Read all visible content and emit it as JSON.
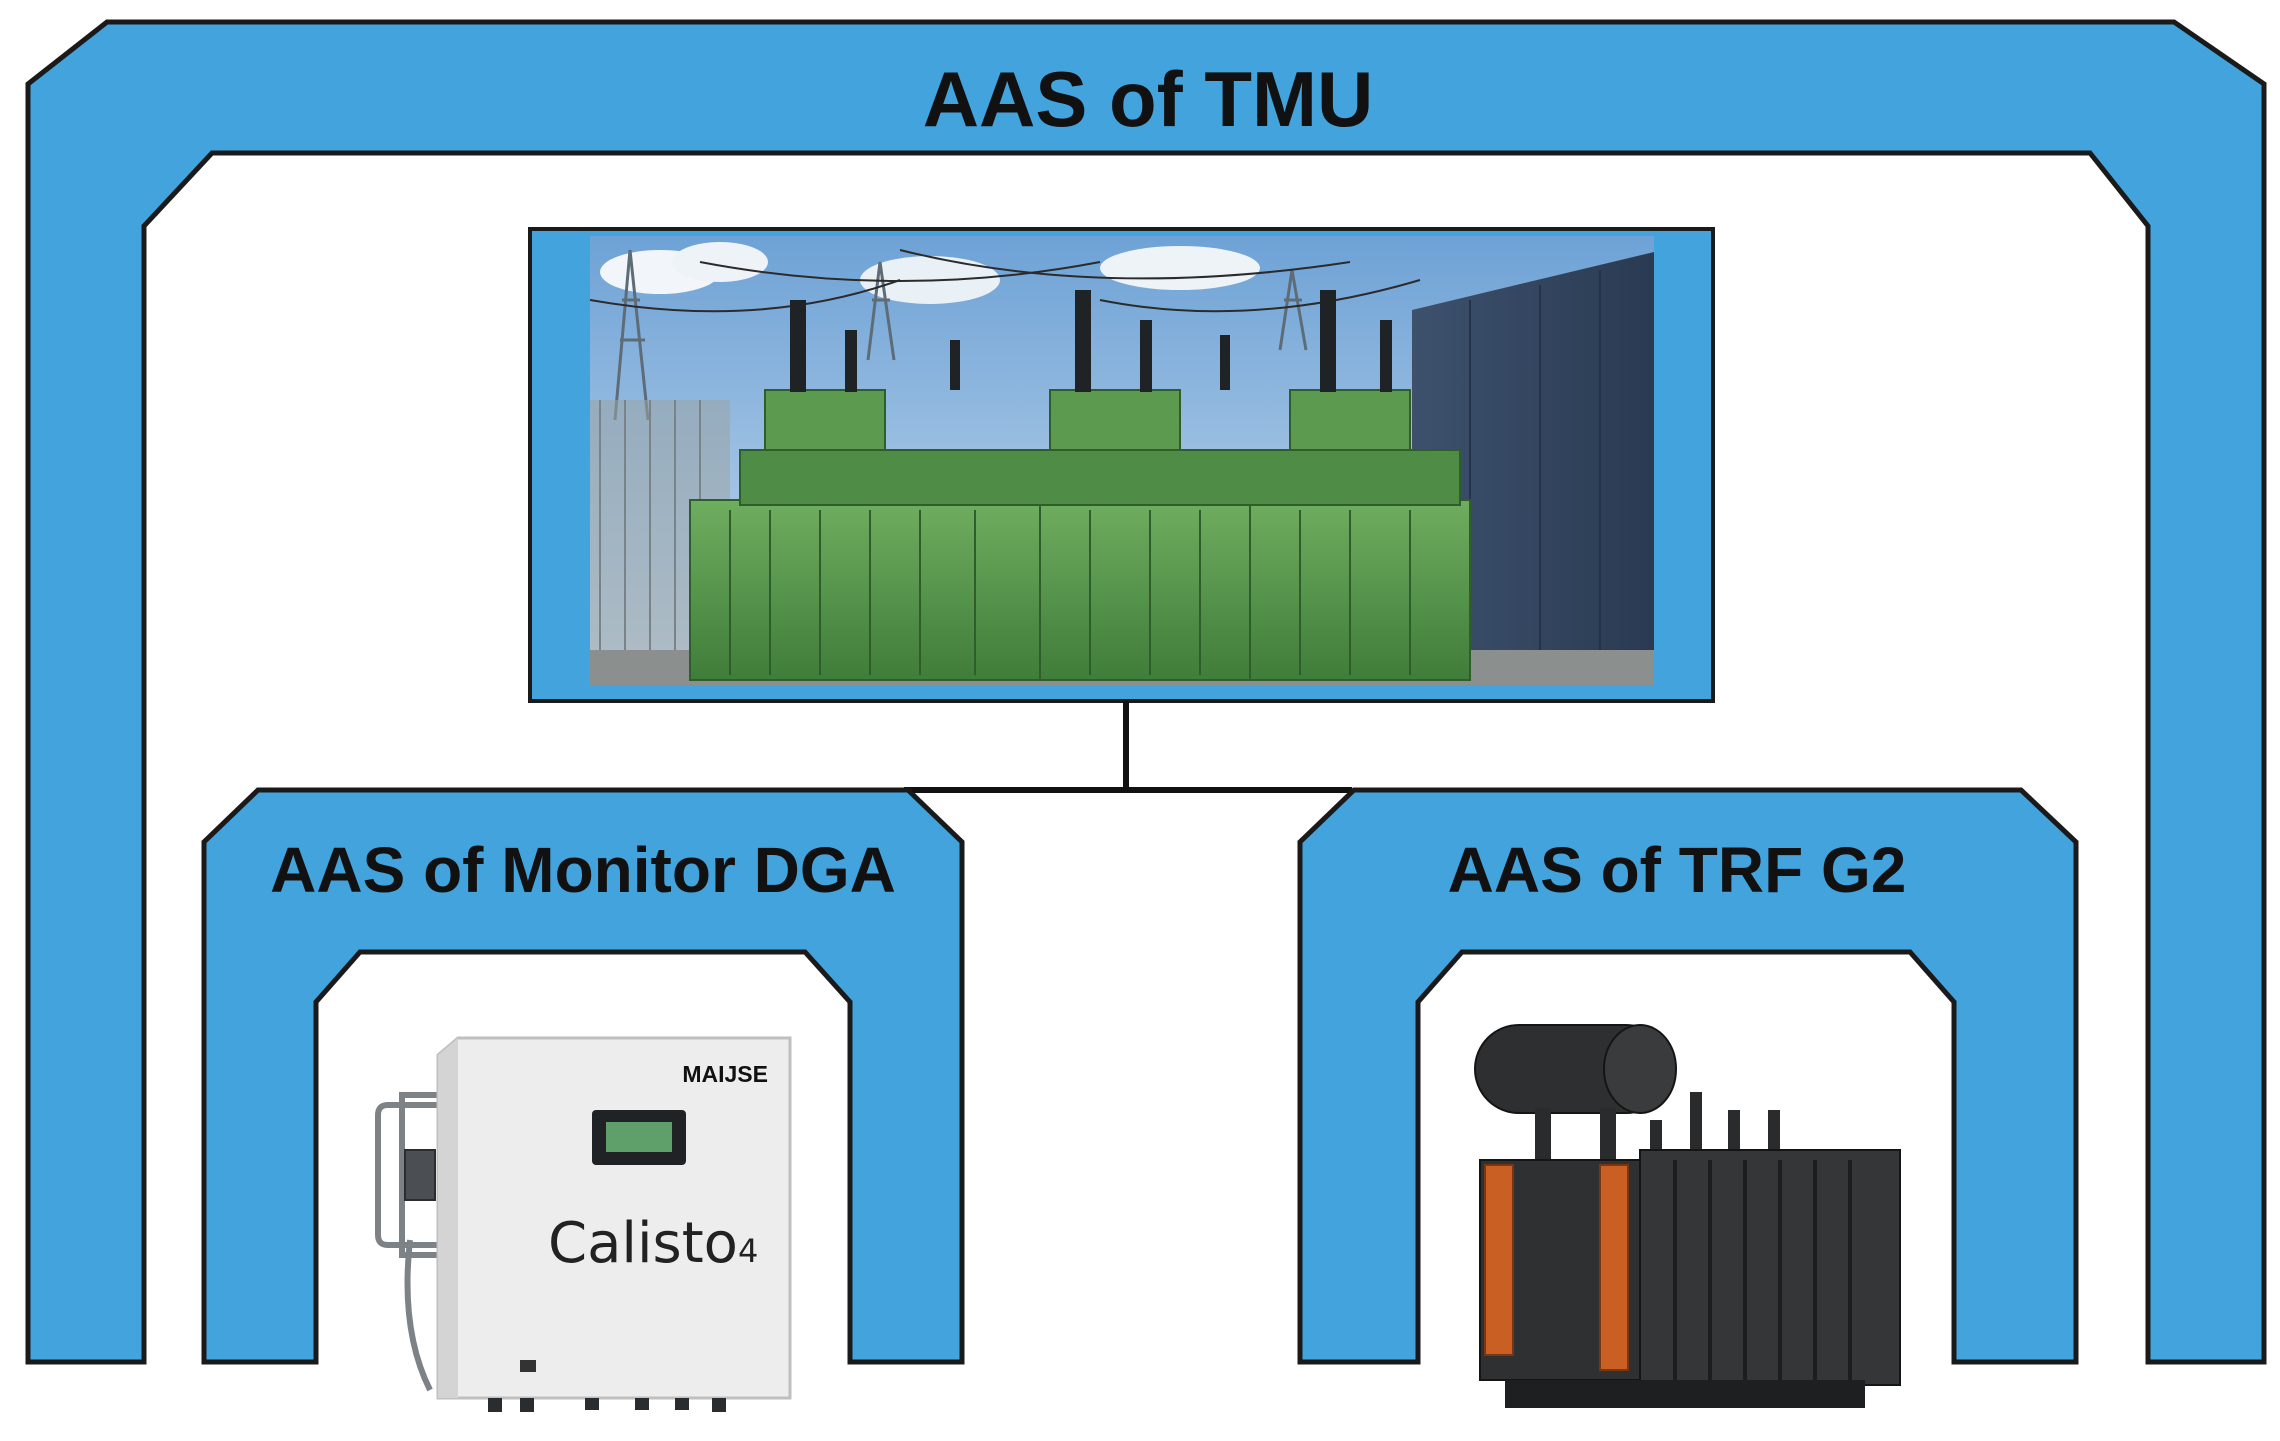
{
  "colors": {
    "frame_fill": "#42a3dd",
    "frame_stroke": "#1a1a1a",
    "connector": "#111111"
  },
  "tmu": {
    "title": "AAS of TMU",
    "picture_icon": "substation-transformers-photo-icon"
  },
  "monitor_dga": {
    "title": "AAS of Monitor DGA",
    "device_icon": "dga-monitor-device-icon",
    "brand_text": "MAIJSE",
    "model_text": "Calisto",
    "model_suffix": "4"
  },
  "trf_g2": {
    "title": "AAS of TRF G2",
    "device_icon": "power-transformer-icon"
  }
}
